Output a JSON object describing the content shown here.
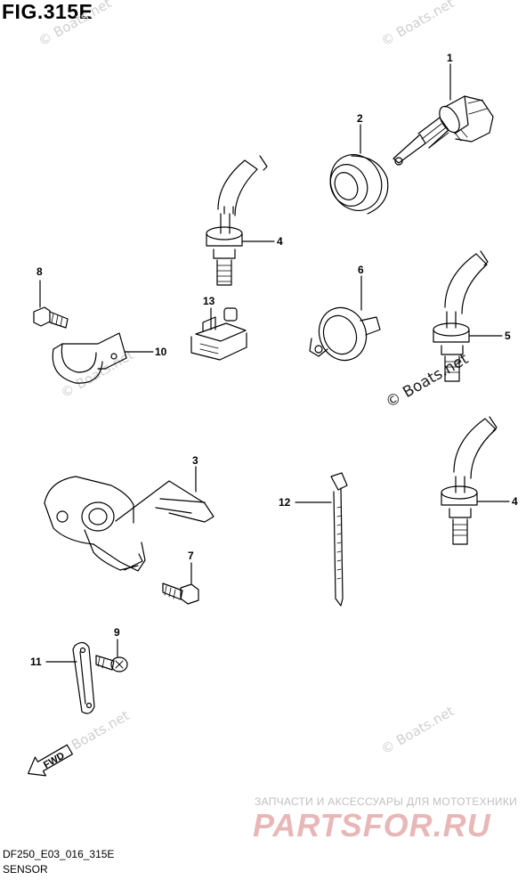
{
  "figure": {
    "title": "FIG.315E"
  },
  "callouts": [
    "1",
    "2",
    "3",
    "4",
    "4",
    "5",
    "6",
    "7",
    "8",
    "9",
    "10",
    "11",
    "12",
    "13"
  ],
  "watermarks": {
    "light": "© Boats.net",
    "bold": "© Boats.net"
  },
  "arrow": {
    "label": "FWD"
  },
  "promo": {
    "line": "ЗАПЧАСТИ И АКСЕССУАРЫ ДЛЯ МОТОТЕХНИКИ",
    "logo": "PARTSFOR.RU"
  },
  "footer": {
    "code": "DF250_E03_016_315E",
    "name": "SENSOR"
  },
  "colors": {
    "line": "#000000",
    "watermark": "#cfcfcf",
    "logo": "#e8b7b7"
  }
}
